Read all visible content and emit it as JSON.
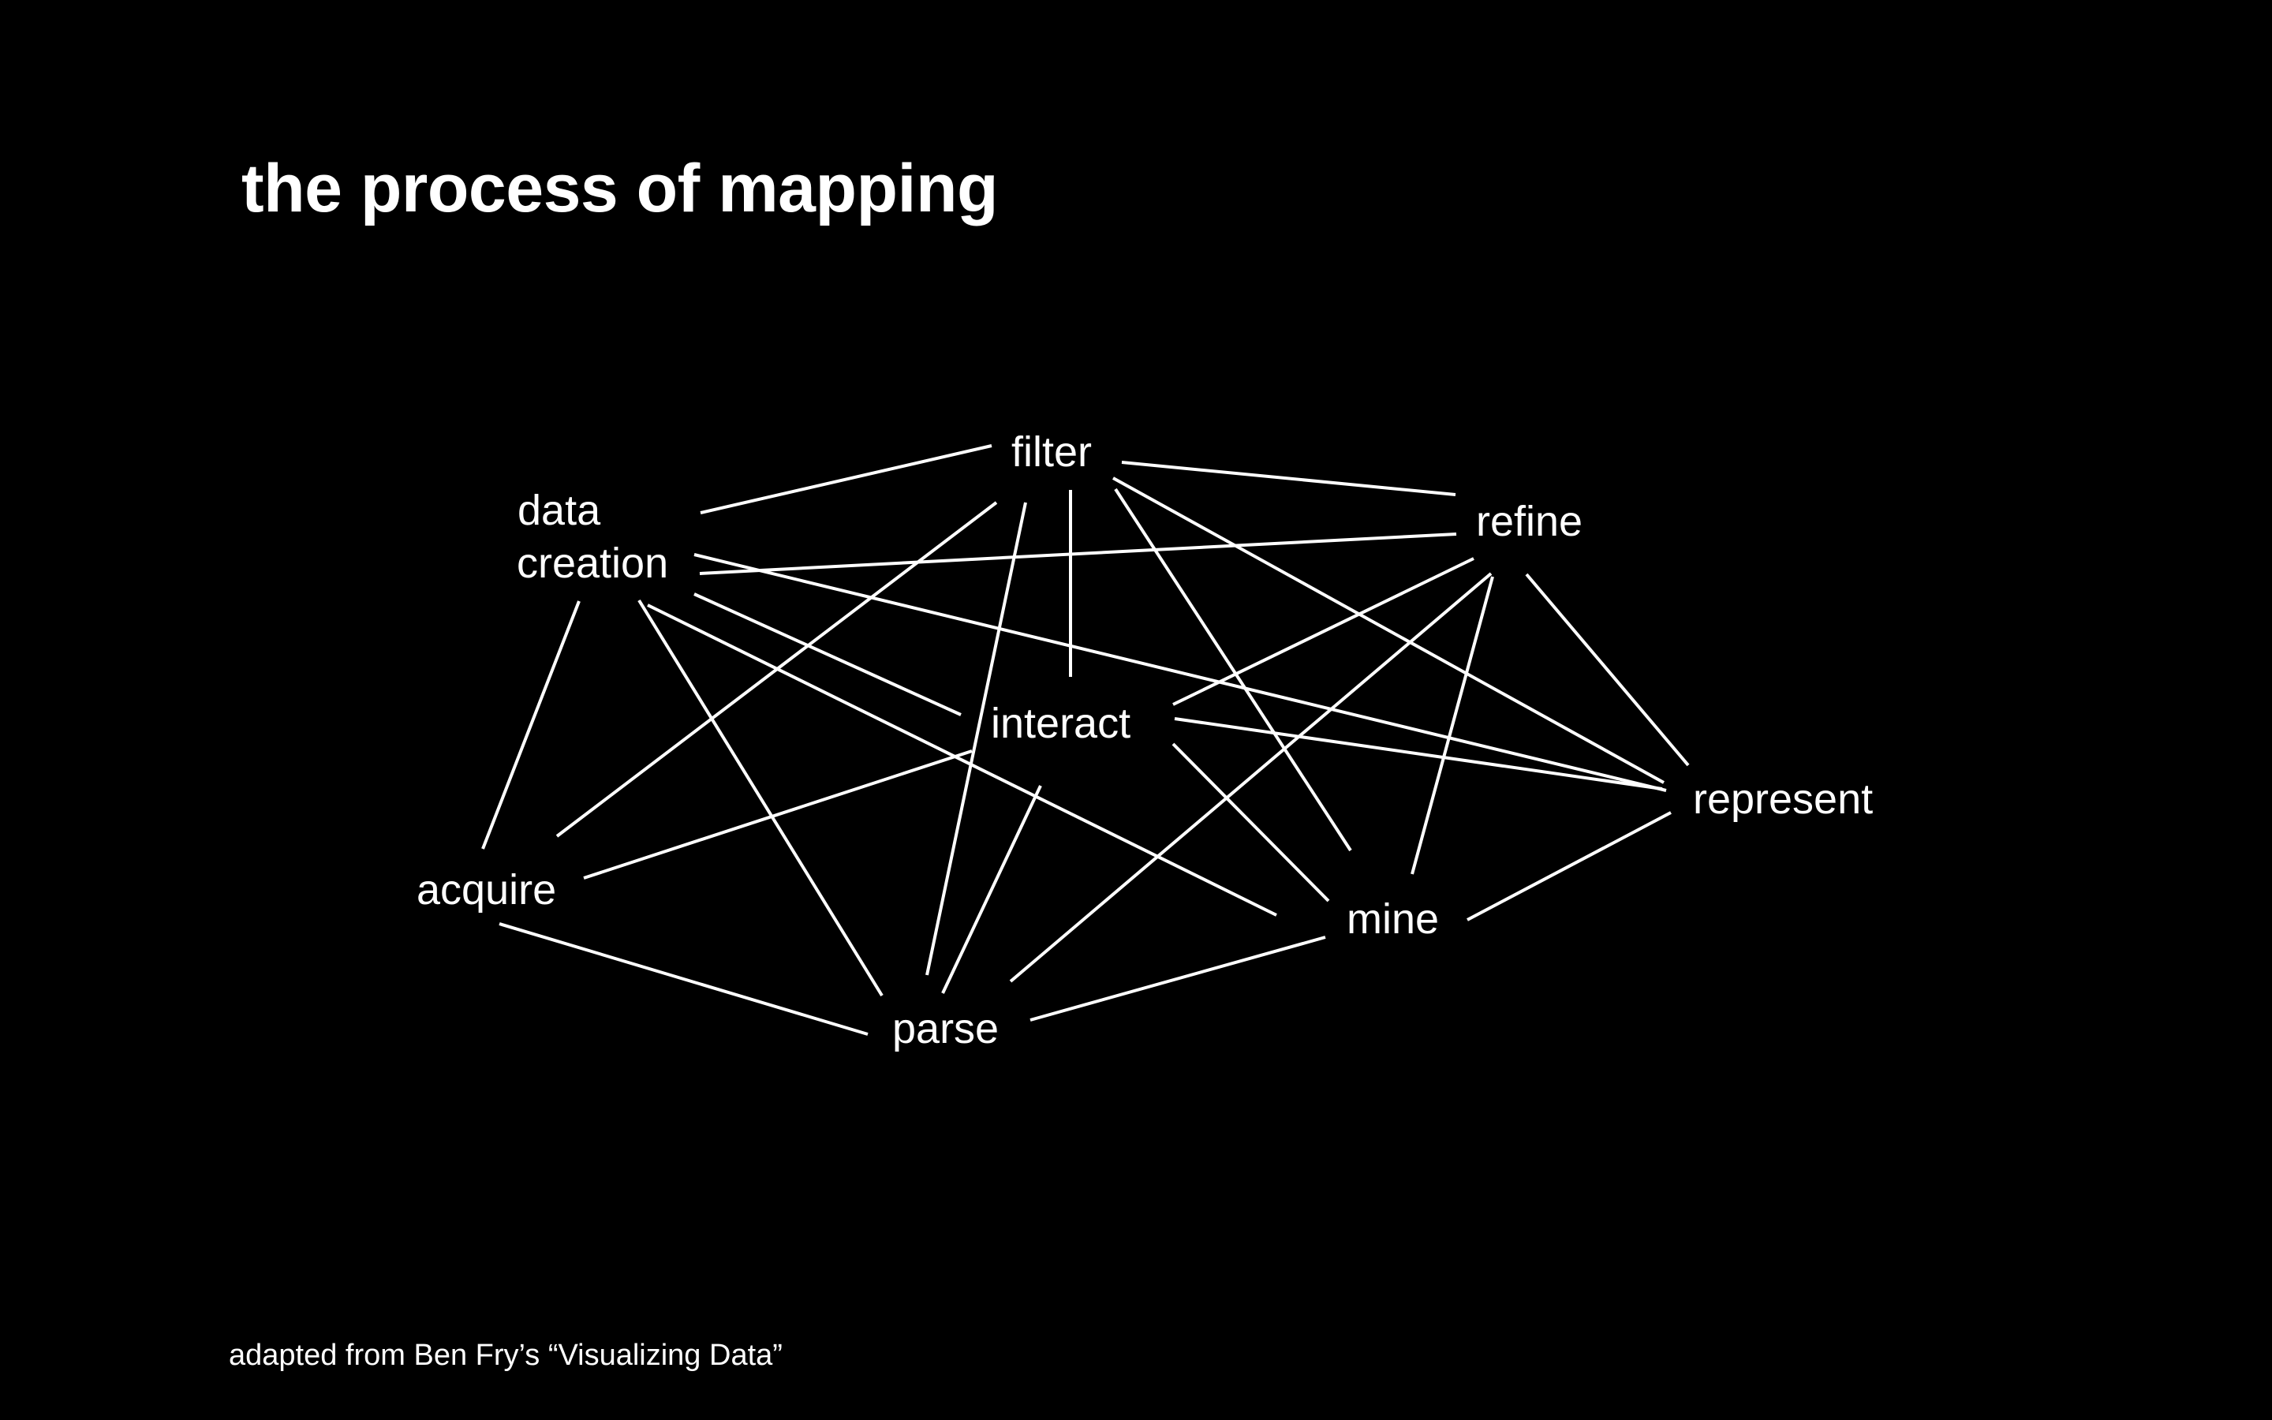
{
  "slide": {
    "title": "the process of mapping",
    "footnote": "adapted from Ben Fry’s “Visualizing Data”",
    "colors": {
      "background": "#000000",
      "foreground": "#ffffff"
    }
  },
  "diagram": {
    "nodes": [
      {
        "id": "filter",
        "lines": [
          "filter"
        ]
      },
      {
        "id": "data_creation",
        "lines": [
          "data",
          "creation"
        ]
      },
      {
        "id": "refine",
        "lines": [
          "refine"
        ]
      },
      {
        "id": "interact",
        "lines": [
          "interact"
        ]
      },
      {
        "id": "represent",
        "lines": [
          "represent"
        ]
      },
      {
        "id": "acquire",
        "lines": [
          "acquire"
        ]
      },
      {
        "id": "mine",
        "lines": [
          "mine"
        ]
      },
      {
        "id": "parse",
        "lines": [
          "parse"
        ]
      }
    ],
    "edges": [
      [
        "data_creation",
        "filter"
      ],
      [
        "filter",
        "refine"
      ],
      [
        "data_creation",
        "refine"
      ],
      [
        "data_creation",
        "represent"
      ],
      [
        "data_creation",
        "interact"
      ],
      [
        "data_creation",
        "mine"
      ],
      [
        "data_creation",
        "parse"
      ],
      [
        "data_creation",
        "acquire"
      ],
      [
        "filter",
        "acquire"
      ],
      [
        "filter",
        "parse"
      ],
      [
        "filter",
        "interact"
      ],
      [
        "filter",
        "mine"
      ],
      [
        "filter",
        "represent"
      ],
      [
        "refine",
        "interact"
      ],
      [
        "refine",
        "parse"
      ],
      [
        "refine",
        "mine"
      ],
      [
        "refine",
        "represent"
      ],
      [
        "interact",
        "represent"
      ],
      [
        "interact",
        "mine"
      ],
      [
        "interact",
        "acquire"
      ],
      [
        "interact",
        "parse"
      ],
      [
        "represent",
        "mine"
      ],
      [
        "acquire",
        "parse"
      ],
      [
        "mine",
        "parse"
      ]
    ]
  }
}
